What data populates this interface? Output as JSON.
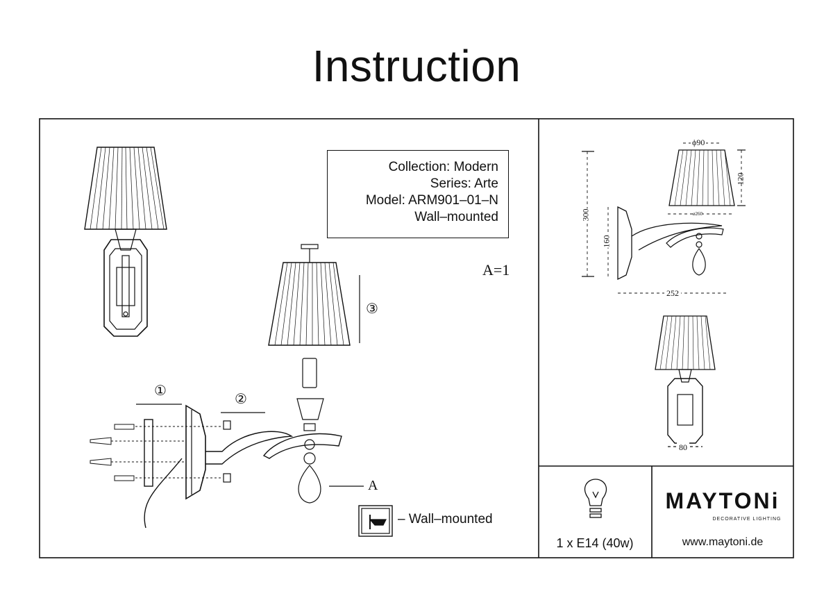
{
  "page_title": "Instruction",
  "info": {
    "collection": "Collection: Modern",
    "series": "Series: Arte",
    "model": "Model: ARM901–01–N",
    "type": "Wall–mounted"
  },
  "parts_qty": "A=1",
  "part_label": "A",
  "steps": [
    "①",
    "②",
    "③"
  ],
  "mount_legend": "– Wall–mounted",
  "dimensions": {
    "shade_dia": "ϕ90",
    "shade_h": "120",
    "total_h": "300",
    "bracket_h": "160",
    "depth": "252",
    "base_dia": "ø260",
    "width": "80"
  },
  "bulb": "1 x E14 (40w)",
  "brand": "MAYTONi",
  "brand_tagline": "DECORATIVE LIGHTING",
  "website": "www.maytoni.de",
  "icons": [
    "lightbulb-icon",
    "wall-mount-icon"
  ]
}
